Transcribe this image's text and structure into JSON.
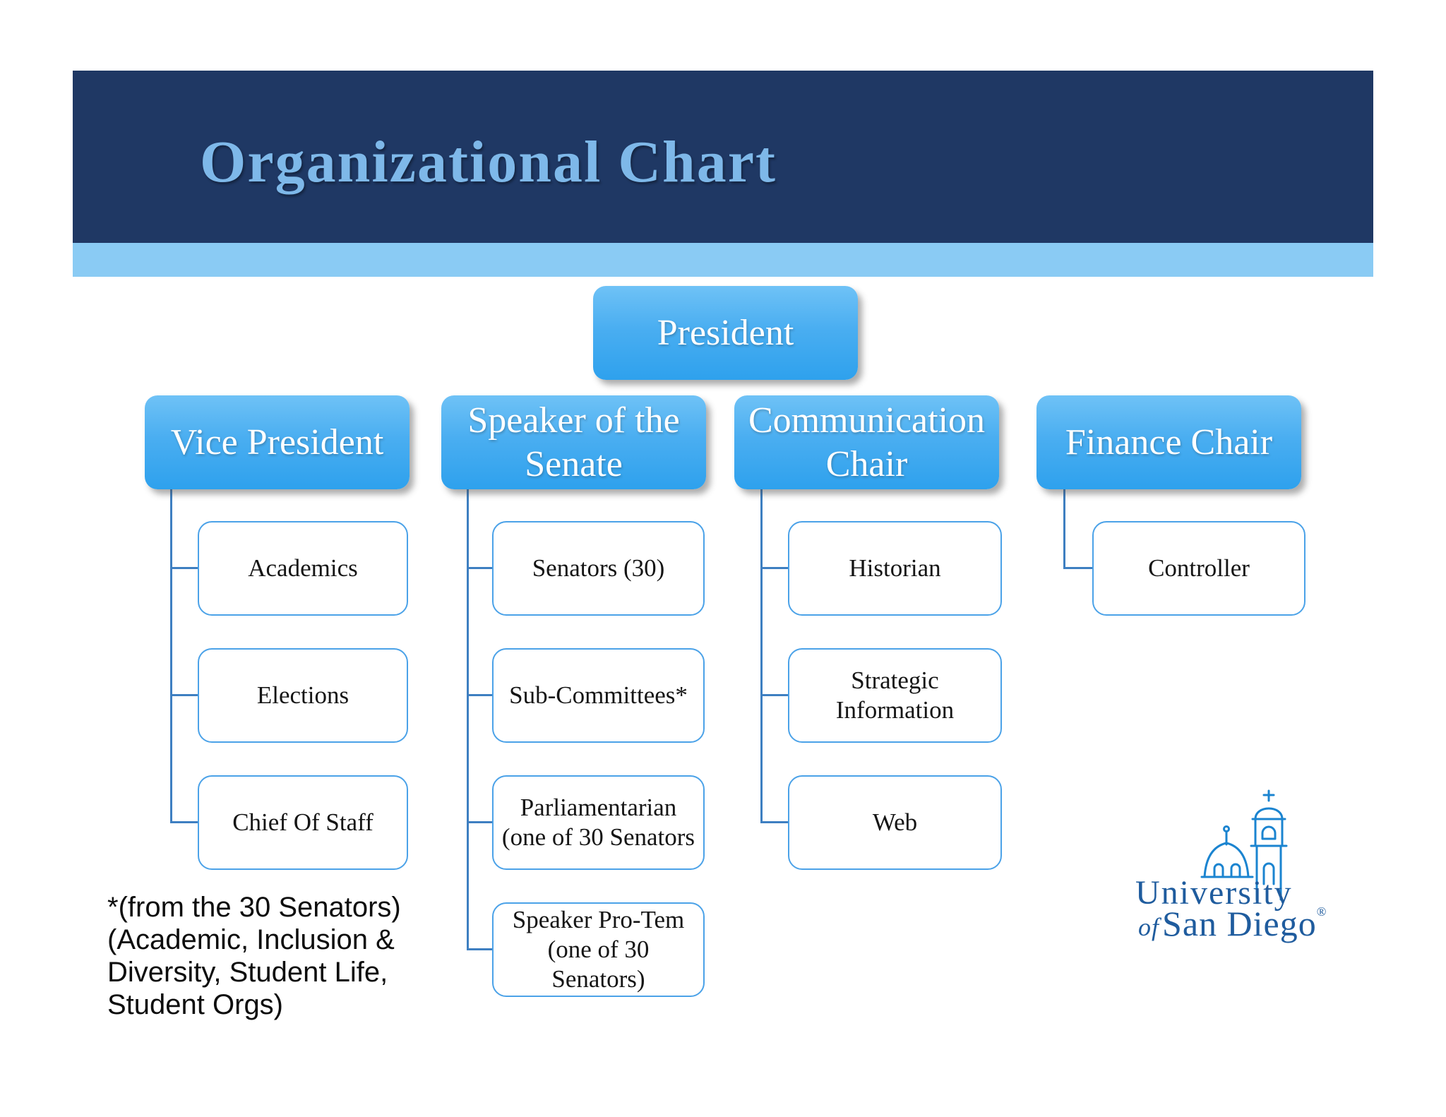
{
  "slide": {
    "title": "Organizational Chart"
  },
  "org_chart": {
    "root": {
      "label": "President"
    },
    "columns": [
      {
        "head": "Vice President",
        "children": [
          "Academics",
          "Elections",
          "Chief Of Staff"
        ]
      },
      {
        "head": "Speaker of the Senate",
        "children": [
          "Senators (30)",
          "Sub-Committees*",
          "Parliamentarian (one of 30 Senators",
          "Speaker Pro-Tem (one of 30 Senators)"
        ]
      },
      {
        "head": "Communication Chair",
        "children": [
          "Historian",
          "Strategic Information",
          "Web"
        ]
      },
      {
        "head": "Finance Chair",
        "children": [
          "Controller"
        ]
      }
    ]
  },
  "footnote": {
    "lines": [
      "*(from the 30 Senators)",
      "(Academic, Inclusion &",
      "Diversity, Student Life,",
      "Student Orgs)"
    ]
  },
  "logo": {
    "line1": "University",
    "of": "of",
    "name": "San Diego",
    "registered": "®",
    "icon": "usd-church-icon"
  },
  "colors": {
    "banner": "#1F3864",
    "banner_accent": "#8ACBF4",
    "title_text": "#7EB8E9",
    "node_gradient_top": "#6FC2F6",
    "node_gradient_bottom": "#2EA1ED",
    "node_border": "#4BA2E8",
    "connector": "#3E7FC1",
    "logo_art_blue": "#1B84D0",
    "logo_text_blue": "#1F5C9E"
  }
}
